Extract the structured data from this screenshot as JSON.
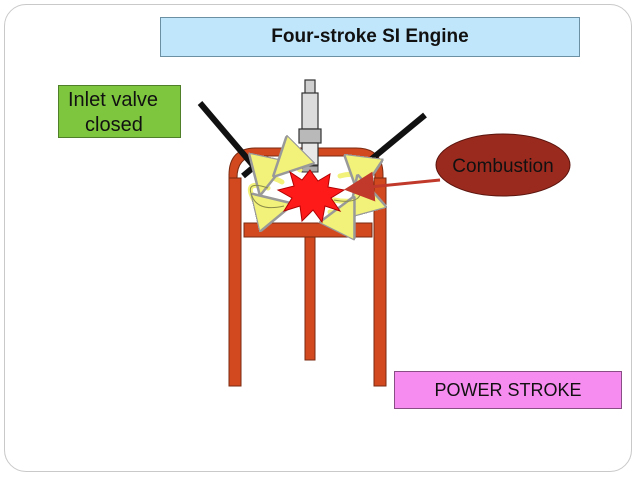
{
  "title": "Four-stroke SI Engine",
  "inlet_label": {
    "line1": "Inlet valve",
    "line2": "closed"
  },
  "combustion_label": "Combustion",
  "stroke_label": "POWER STROKE",
  "colors": {
    "cylinder": "#d2491f",
    "title_bg": "#bfe6fb",
    "inlet_bg": "#7ec63e",
    "combustion_bg": "#9b2a1e",
    "stroke_bg": "#f68cf0",
    "spark": "#ff0000",
    "swirl": "#f2f27a"
  }
}
